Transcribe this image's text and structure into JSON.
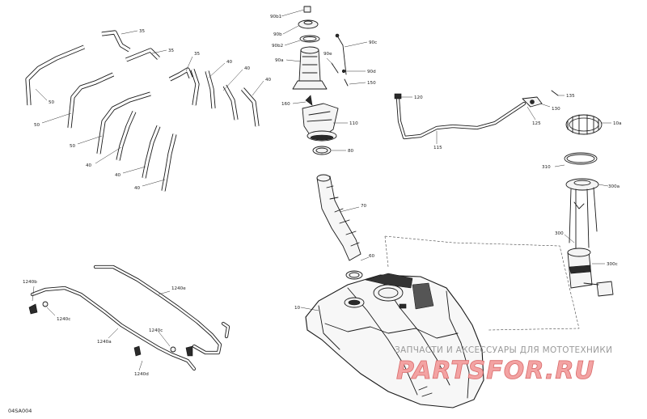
{
  "diagram": {
    "figure_id": "04SA004",
    "callouts": {
      "c35a": "35",
      "c35b": "35",
      "c35c": "35",
      "c40a": "40",
      "c40b": "40",
      "c40c": "40",
      "c40d": "40",
      "c40e": "40",
      "c40f": "40",
      "c50a": "50",
      "c50b": "50",
      "c50c": "50",
      "c90b1": "90b1",
      "c90b": "90b",
      "c90b2": "90b2",
      "c90a": "90a",
      "c90c": "90c",
      "c90e": "90e",
      "c90d": "90d",
      "c150": "150",
      "c160": "160",
      "c110": "110",
      "c80": "80",
      "c120": "120",
      "c115": "115",
      "c135": "135",
      "c130": "130",
      "c125": "125",
      "c10a": "10a",
      "c310": "310",
      "c300a": "300a",
      "c300": "300",
      "c300c": "300c",
      "c70": "70",
      "c60": "60",
      "c10": "10",
      "c1240b": "1240b",
      "c1240c": "1240c",
      "c1240e": "1240e",
      "c1240a": "1240a",
      "c1240c2": "1240c",
      "c1240d": "1240d"
    }
  },
  "watermark": {
    "text": "ЗАПЧАСТИ И АКСЕССУАРЫ ДЛЯ МОТОТЕХНИКИ",
    "logo": "PARTSFOR.RU"
  }
}
